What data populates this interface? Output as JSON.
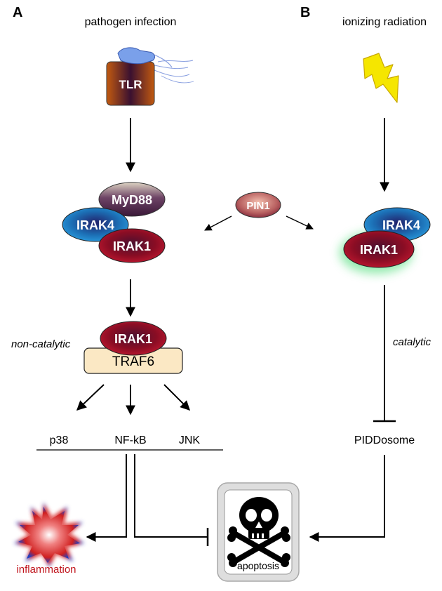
{
  "panels": {
    "a": {
      "letter": "A",
      "title": "pathogen infection"
    },
    "b": {
      "letter": "B",
      "title": "ionizing radiation"
    }
  },
  "nodes": {
    "tlr": "TLR",
    "myd88": "MyD88",
    "irak4_a": "IRAK4",
    "irak1_a": "IRAK1",
    "pin1": "PIN1",
    "irak1_complex": "IRAK1",
    "traf6": "TRAF6",
    "irak4_b": "IRAK4",
    "irak1_b": "IRAK1"
  },
  "labels": {
    "non_catalytic": "non-catalytic",
    "catalytic": "catalytic",
    "p38": "p38",
    "nfkb": "NF-kB",
    "jnk": "JNK",
    "piddosome": "PIDDosome",
    "apoptosis": "apoptosis",
    "inflammation": "inflammation"
  },
  "icons": {
    "lightning": "lightning-bolt-icon",
    "skull": "skull-crossbones-icon",
    "burst": "inflammation-burst-icon"
  },
  "colors": {
    "irak1": "#8b0d24",
    "irak4": "#1c6fb5",
    "myd88": "#6e4466",
    "tlr": "#a44a1c",
    "traf6_fill": "#fbe8c4",
    "pin1": "#b86060",
    "glow": "#3bd96a",
    "lightning": "#f5e600",
    "inflammation_text": "#c0141c"
  }
}
